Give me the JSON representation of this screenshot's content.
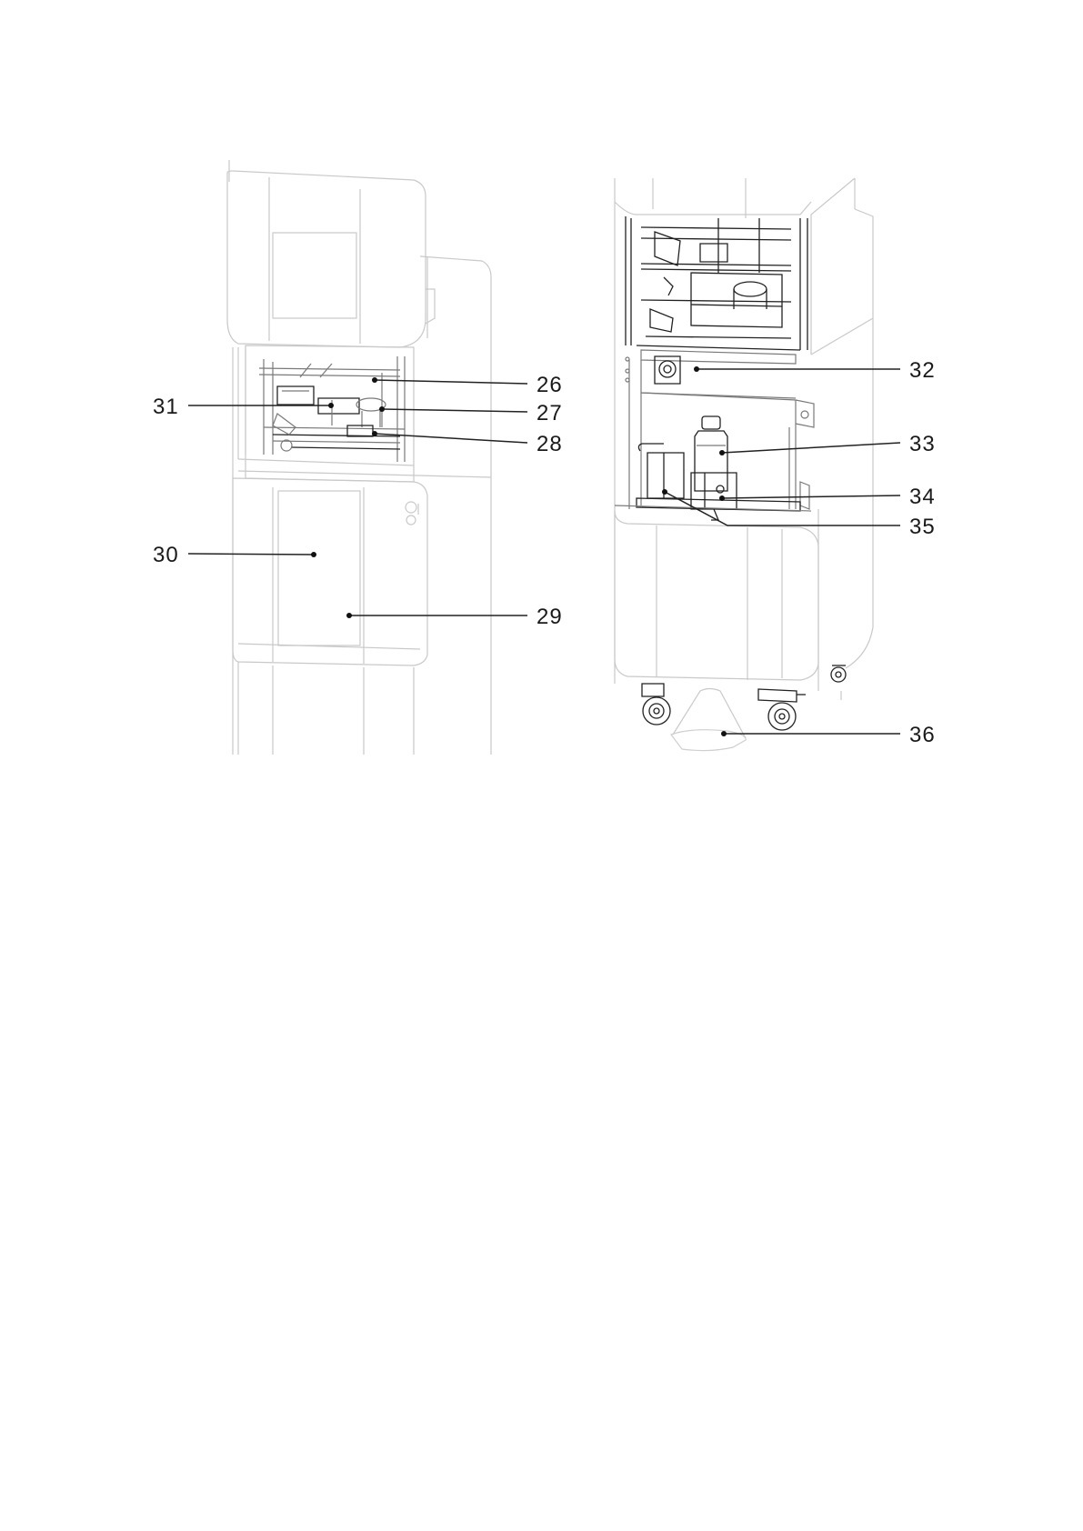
{
  "figures": {
    "left": {
      "callouts": [
        {
          "id": "c26",
          "label": "26"
        },
        {
          "id": "c27",
          "label": "27"
        },
        {
          "id": "c28",
          "label": "28"
        },
        {
          "id": "c29",
          "label": "29"
        },
        {
          "id": "c30",
          "label": "30"
        },
        {
          "id": "c31",
          "label": "31"
        }
      ]
    },
    "right": {
      "callouts": [
        {
          "id": "c32",
          "label": "32"
        },
        {
          "id": "c33",
          "label": "33"
        },
        {
          "id": "c34",
          "label": "34"
        },
        {
          "id": "c35",
          "label": "35"
        },
        {
          "id": "c36",
          "label": "36"
        }
      ]
    }
  }
}
